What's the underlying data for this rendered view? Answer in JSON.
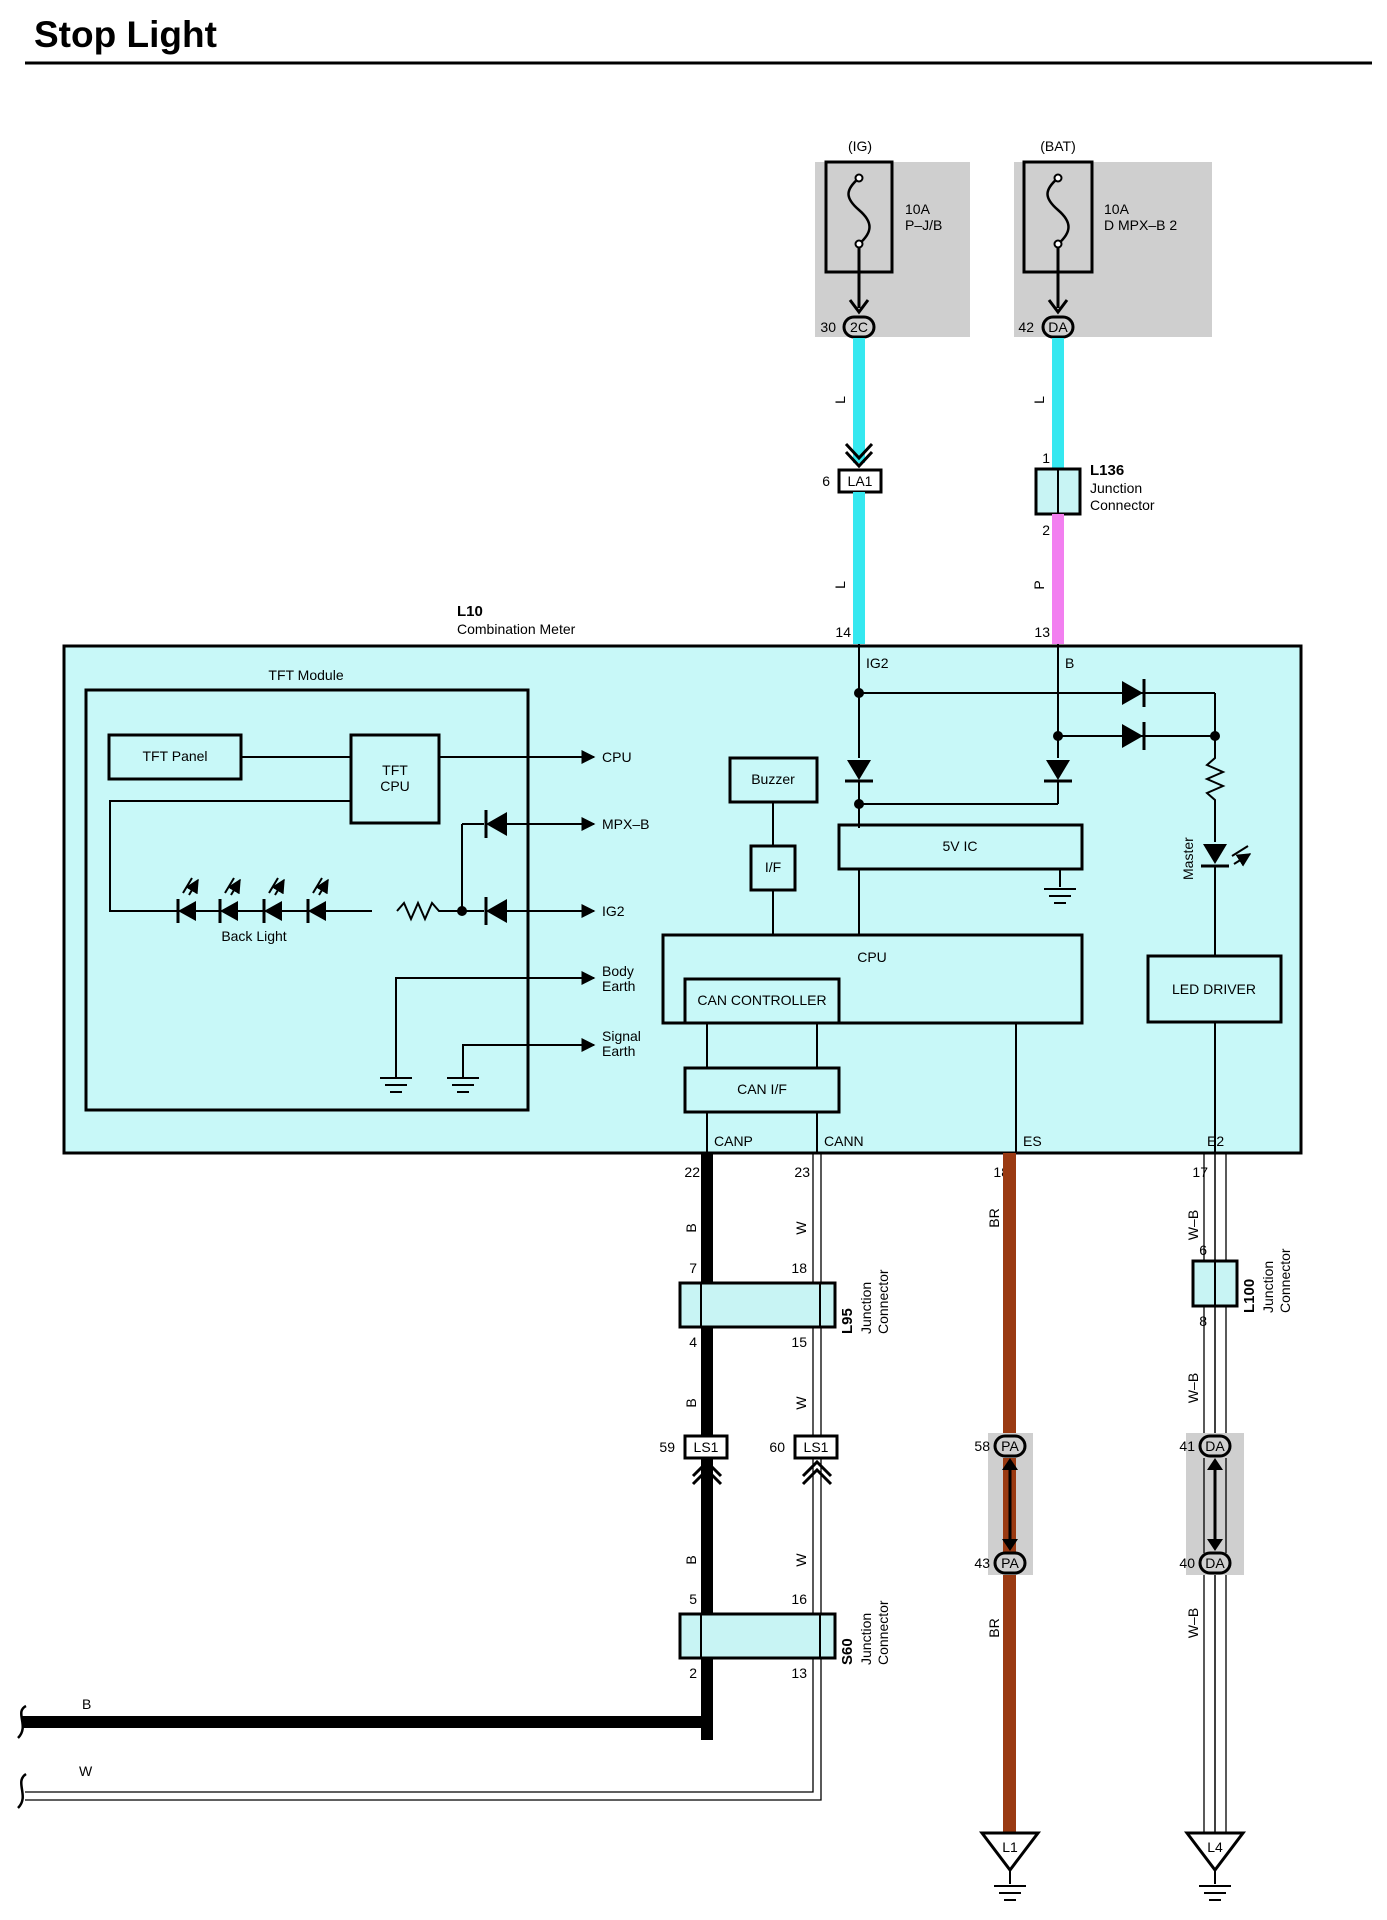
{
  "title": "Stop Light",
  "fuses": {
    "ig": {
      "source": "(IG)",
      "rating": "10A",
      "name": "P–J/B",
      "pin": "30",
      "connector": "2C"
    },
    "bat": {
      "source": "(BAT)",
      "rating": "10A",
      "name": "D MPX–B 2",
      "pin": "42",
      "connector": "DA"
    }
  },
  "wires": {
    "l1": "L",
    "l2": "L",
    "p": "P",
    "l3": "L",
    "b1": "B",
    "w1": "W",
    "b2": "B",
    "w2": "W",
    "b3": "B",
    "w3": "W",
    "br1": "BR",
    "br2": "BR",
    "wb1": "W–B",
    "wb2": "W–B",
    "wb3": "W–B",
    "bottom_b": "B",
    "bottom_w": "W"
  },
  "connectors": {
    "la1": {
      "label": "LA1",
      "pin": "6"
    },
    "l136": {
      "id": "L136",
      "line1": "Junction",
      "line2": "Connector",
      "pin_top": "1",
      "pin_bottom": "2"
    },
    "l95": {
      "id": "L95",
      "line1": "Junction",
      "line2": "Connector",
      "pins": [
        "7",
        "18",
        "4",
        "15"
      ]
    },
    "ls1_a": {
      "label": "LS1",
      "pin": "59"
    },
    "ls1_b": {
      "label": "LS1",
      "pin": "60"
    },
    "s60": {
      "id": "S60",
      "line1": "Junction",
      "line2": "Connector",
      "pins": [
        "5",
        "16",
        "2",
        "13"
      ]
    },
    "pa_top": {
      "label": "PA",
      "pin": "58"
    },
    "pa_bottom": {
      "label": "PA",
      "pin": "43"
    },
    "da_top": {
      "label": "DA",
      "pin": "41"
    },
    "da_bottom": {
      "label": "DA",
      "pin": "40"
    },
    "l100": {
      "id": "L100",
      "line1": "Junction",
      "line2": "Connector",
      "pin_top": "6",
      "pin_bottom": "8"
    }
  },
  "meter": {
    "id": "L10",
    "name": "Combination Meter",
    "terminals": {
      "ig2": {
        "pin": "14",
        "label": "IG2"
      },
      "b": {
        "pin": "13",
        "label": "B"
      },
      "canp": {
        "pin": "22",
        "label": "CANP"
      },
      "cann": {
        "pin": "23",
        "label": "CANN"
      },
      "es": {
        "pin": "18",
        "label": "ES"
      },
      "e2": {
        "pin": "17",
        "label": "E2"
      }
    },
    "tft_module": "TFT Module",
    "tft_panel": "TFT Panel",
    "tft_cpu_line1": "TFT",
    "tft_cpu_line2": "CPU",
    "outputs": {
      "cpu": "CPU",
      "mpxb": "MPX–B",
      "ig2": "IG2",
      "body_earth_1": "Body",
      "body_earth_2": "Earth",
      "signal_earth_1": "Signal",
      "signal_earth_2": "Earth"
    },
    "back_light": "Back Light",
    "buzzer": "Buzzer",
    "if": "I/F",
    "five_v_ic": "5V IC",
    "cpu": "CPU",
    "can_controller": "CAN CONTROLLER",
    "can_if": "CAN I/F",
    "master": "Master",
    "led_driver": "LED DRIVER"
  },
  "grounds": {
    "g1": "L1",
    "g2": "L4"
  },
  "colors": {
    "wire_light_blue": "#35e8f0",
    "wire_pink": "#f27ff0",
    "wire_brown": "#9a3a12",
    "module_fill": "#c8f8f8",
    "junction_fill": "#c8f4f4",
    "fuse_box_gray": "#cfcfcf"
  }
}
